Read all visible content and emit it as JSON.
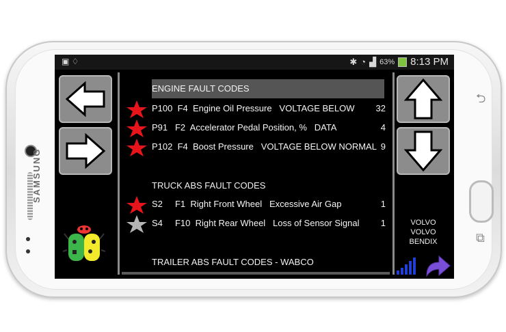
{
  "device": {
    "brand": "SAMSUNG"
  },
  "status_bar": {
    "battery": "63%",
    "time": "8:13 PM"
  },
  "icons": {
    "prev": "arrow-left-icon",
    "next": "arrow-right-icon",
    "up": "arrow-up-icon",
    "down": "arrow-down-icon",
    "bug": "ladybug-icon",
    "signal": "signal-strength-icon",
    "forward": "forward-arrow-icon"
  },
  "sections": [
    {
      "title": "ENGINE FAULT CODES",
      "rows": [
        {
          "star": "red",
          "text": "P100  F4  Engine Oil Pressure   VOLTAGE BELOW",
          "count": "32"
        },
        {
          "star": "red",
          "text": "P91   F2  Accelerator Pedal Position, %   DATA",
          "count": "4"
        },
        {
          "star": "red",
          "text": "P102  F4  Boost Pressure   VOLTAGE BELOW NORMAL",
          "count": "9"
        }
      ]
    },
    {
      "title": "TRUCK ABS FAULT CODES",
      "rows": [
        {
          "star": "red",
          "text": "S2     F1  Right Front Wheel   Excessive Air Gap",
          "count": "1"
        },
        {
          "star": "gray",
          "text": "S4     F10  Right Rear Wheel   Loss of Sensor Signal",
          "count": "1"
        }
      ]
    },
    {
      "title": "TRAILER ABS FAULT CODES - WABCO",
      "rows": []
    }
  ],
  "vehicle": {
    "line1": "VOLVO",
    "line2": "VOLVO",
    "line3": "BENDIX"
  },
  "colors": {
    "star_red": "#e8141c",
    "star_gray": "#b5b5b5",
    "button_gray": "#8c8c8c",
    "bars_blue": "#1f3fd6",
    "arrow_purple": "#7a4fd8"
  }
}
